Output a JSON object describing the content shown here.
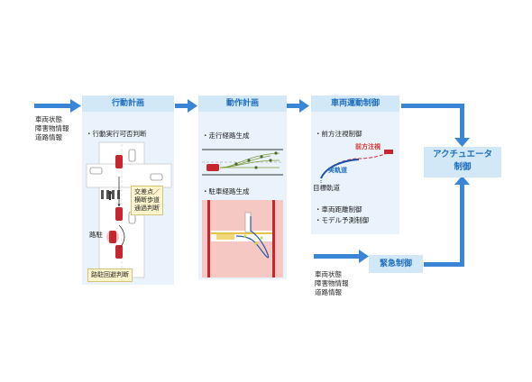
{
  "inputs_left": [
    "車両状態",
    "障害物情報",
    "道路情報"
  ],
  "inputs_bottom": [
    "車両状態",
    "障害物情報",
    "道路情報"
  ],
  "behavior": {
    "title": "行動計画",
    "bullet": "・行動実行可否判断",
    "callout_intersection": [
      "交差点／",
      "横断歩道",
      "通過判断"
    ],
    "label_parked": "路駐",
    "callout_avoid": "路駐回避判断"
  },
  "motion": {
    "title": "動作計画",
    "bullet_travel": "・走行経路生成",
    "bullet_parking": "・駐車経路生成"
  },
  "control": {
    "title": "車両運動制御",
    "bullet_forward": "・前方注視制御",
    "label_forward": "前方注視",
    "label_actual": "実軌道",
    "label_target": "目標軌道",
    "bullet_distance": "・車両距離制御",
    "bullet_model": "・モデル予測制御"
  },
  "emergency": {
    "title": "緊急制御"
  },
  "actuator": {
    "lines": [
      "アクチュエータ",
      "制御"
    ]
  },
  "colors": {
    "arrow": "#3a86d6",
    "panel": "#eaf3fb",
    "header": "#d3e8f7",
    "title": "#1f6fbf",
    "car": "#c8262e"
  }
}
